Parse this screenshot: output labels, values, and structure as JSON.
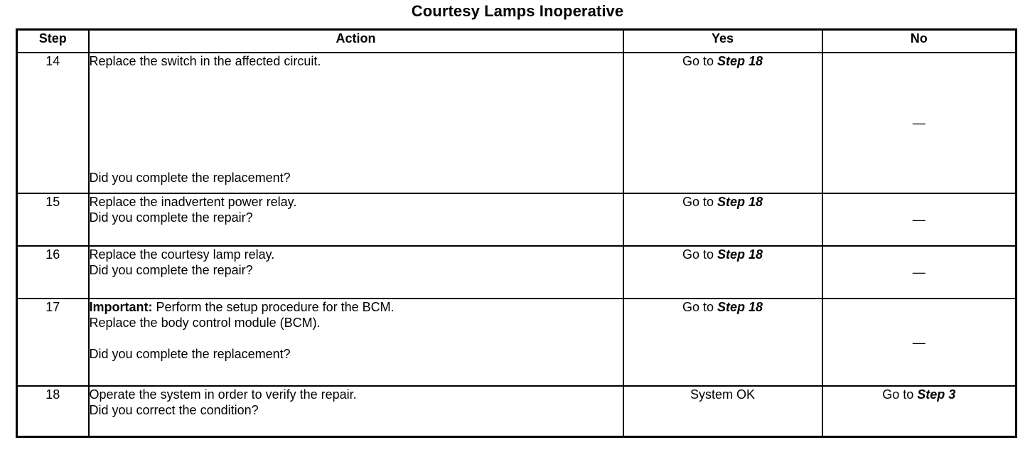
{
  "document": {
    "title": "Courtesy Lamps Inoperative"
  },
  "table": {
    "headers": {
      "step": "Step",
      "action": "Action",
      "yes": "Yes",
      "no": "No"
    },
    "rows": [
      {
        "step": "14",
        "action_lines": [
          "Replace the switch in the affected circuit.",
          "Did you complete the replacement?"
        ],
        "yes_prefix": "Go to ",
        "yes_emphasis": "Step 18",
        "no": "—"
      },
      {
        "step": "15",
        "action_lines": [
          "Replace the inadvertent power relay.",
          "Did you complete the repair?"
        ],
        "yes_prefix": "Go to ",
        "yes_emphasis": "Step 18",
        "no": "—"
      },
      {
        "step": "16",
        "action_lines": [
          "Replace the courtesy lamp relay.",
          "Did you complete the repair?"
        ],
        "yes_prefix": "Go to ",
        "yes_emphasis": "Step 18",
        "no": "—"
      },
      {
        "step": "17",
        "action_important_label": "Important:",
        "action_important_text": " Perform the setup procedure for the BCM.",
        "action_lines": [
          "Replace the body control module (BCM).",
          "Did you complete the replacement?"
        ],
        "yes_prefix": "Go to ",
        "yes_emphasis": "Step 18",
        "no": "—"
      },
      {
        "step": "18",
        "action_lines": [
          "Operate the system in order to verify the repair.",
          "Did you correct the condition?"
        ],
        "yes_prefix": "",
        "yes_emphasis": "",
        "yes_plain": "System OK",
        "no_prefix": "Go to ",
        "no_emphasis": "Step 3"
      }
    ]
  },
  "colors": {
    "ink": "#000000",
    "paper": "#ffffff"
  }
}
